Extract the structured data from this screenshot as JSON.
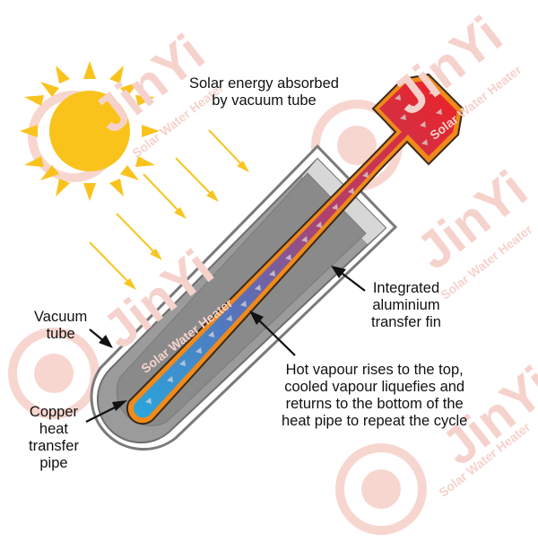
{
  "labels": {
    "solar_energy": "Solar energy absorbed\nby vacuum tube",
    "vacuum_tube": "Vacuum\ntube",
    "aluminium_fin": "Integrated\naluminium\ntransfer fin",
    "vapour_cycle": "Hot vapour rises to the top,\ncooled vapour liquefies and\nreturns to the bottom of the\nheat pipe to repeat the cycle",
    "copper_pipe": "Copper\nheat\ntransfer\npipe"
  },
  "watermark": {
    "brand": "JinYi",
    "tagline": "Solar Water Heater"
  },
  "colors": {
    "sun": "#f9c31c",
    "sun_rays": "#f7c51e",
    "tube_outline": "#7a7a7a",
    "tube_fill": "#9b9b9b",
    "copper": "#f08a1a",
    "hot": "#e8252b",
    "cold": "#2aa5dc",
    "watermark": "#f6d2cc"
  }
}
